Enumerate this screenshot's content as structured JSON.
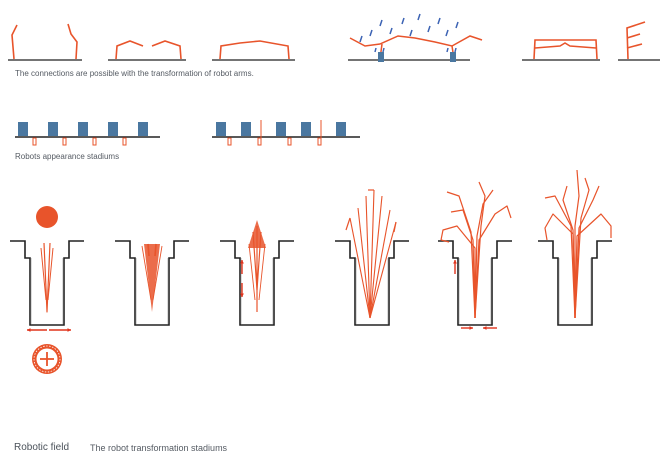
{
  "captions": {
    "connections": "The connections are possible with the transformation of robot arms.",
    "appearance": "Robots appearance stadiums",
    "field": "Robotic field",
    "transformation": "The robot transformation stadiums"
  },
  "colors": {
    "robot_arm": "#e8542b",
    "robot_body": "#4a77a0",
    "ground": "#222222",
    "caption": "#555b63",
    "rain": "#3c63b4"
  },
  "icons": {
    "robot_head": "orange-circle",
    "field_badge": "circular-badge-with-cross"
  }
}
